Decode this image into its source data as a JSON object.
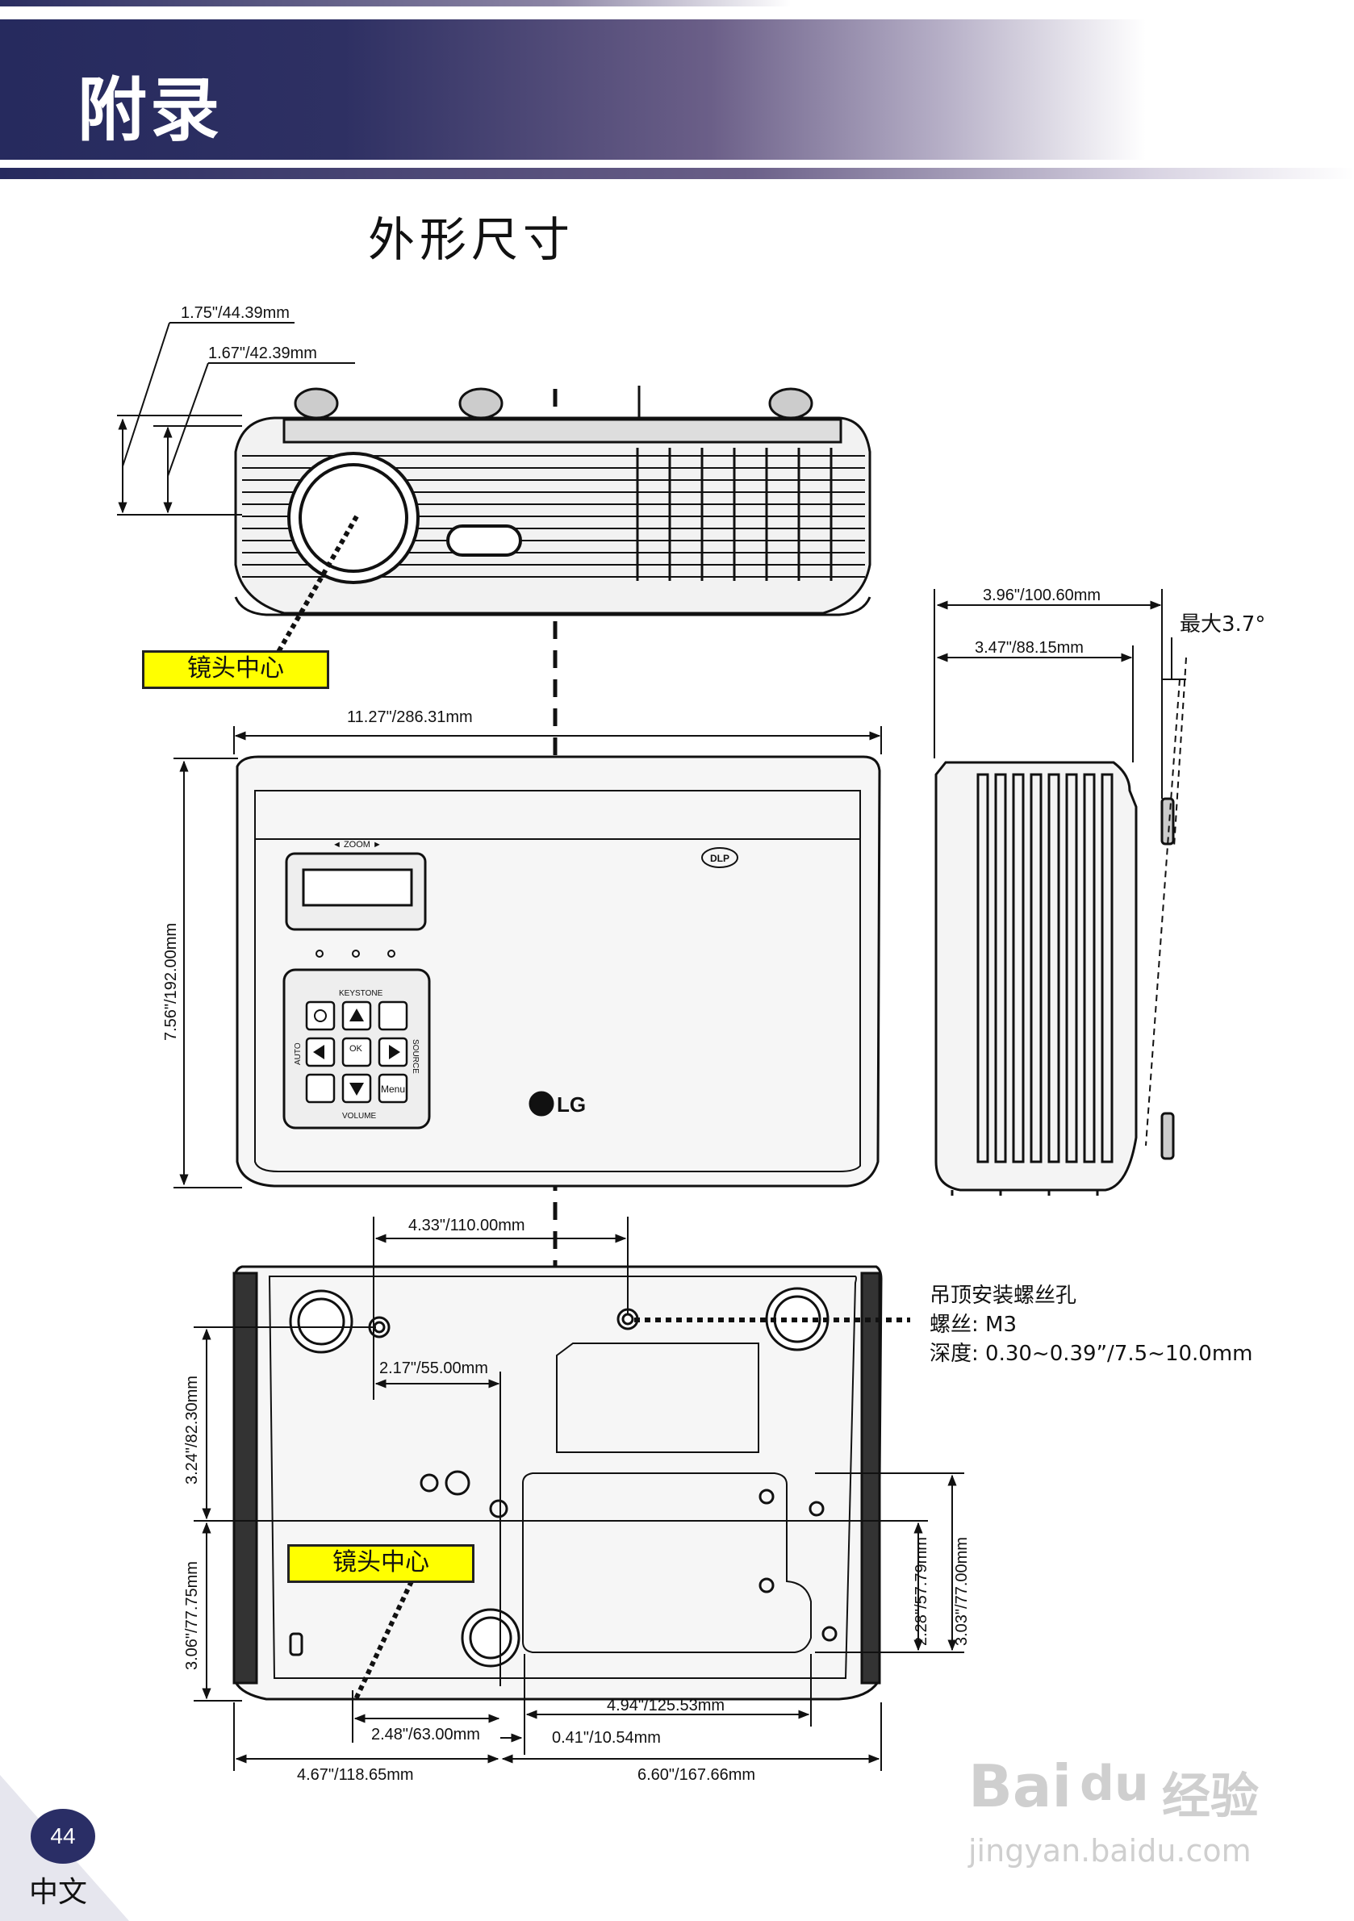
{
  "header": {
    "section_title": "附录"
  },
  "page_title": "外形尺寸",
  "front_view": {
    "dim_a": "1.75\"/44.39mm",
    "dim_b": "1.67\"/42.39mm",
    "lens_center": "镜头中心"
  },
  "top_view": {
    "width": "11.27\"/286.31mm",
    "height": "7.56\"/192.00mm",
    "zoom_label": "◄  ZOOM  ►",
    "keypad": {
      "keystone": "KEYSTONE",
      "volume": "VOLUME",
      "auto": "AUTO",
      "source": "SOURCE",
      "ok": "OK",
      "menu": "Menu"
    },
    "brand": "LG",
    "dlp": "DLP"
  },
  "side_view": {
    "depth_a": "3.96\"/100.60mm",
    "depth_b": "3.47\"/88.15mm",
    "tilt": "最大3.7°"
  },
  "bottom_view": {
    "mount_spacing": "4.33\"/110.00mm",
    "offset_a": "2.17\"/55.00mm",
    "v_upper": "3.24\"/82.30mm",
    "v_lower": "3.06\"/77.75mm",
    "lens_center": "镜头中心",
    "h_lens": "2.48\"/63.00mm",
    "h_right_inner": "4.94\"/125.53mm",
    "h_small": "0.41\"/10.54mm",
    "h_left_total": "4.67\"/118.65mm",
    "h_right_total": "6.60\"/167.66mm",
    "v_right_a": "2.28\"/57.79mm",
    "v_right_b": "3.03\"/77.00mm",
    "mount_note": {
      "line1": "吊顶安装螺丝孔",
      "line2": "螺丝: M3",
      "line3": "深度: 0.30~0.39”/7.5~10.0mm"
    }
  },
  "footer": {
    "page_number": "44",
    "language": "中文"
  },
  "watermark": {
    "brand": "Bai",
    "paw": "du",
    "product": "经验",
    "url": "jingyan.baidu.com"
  }
}
